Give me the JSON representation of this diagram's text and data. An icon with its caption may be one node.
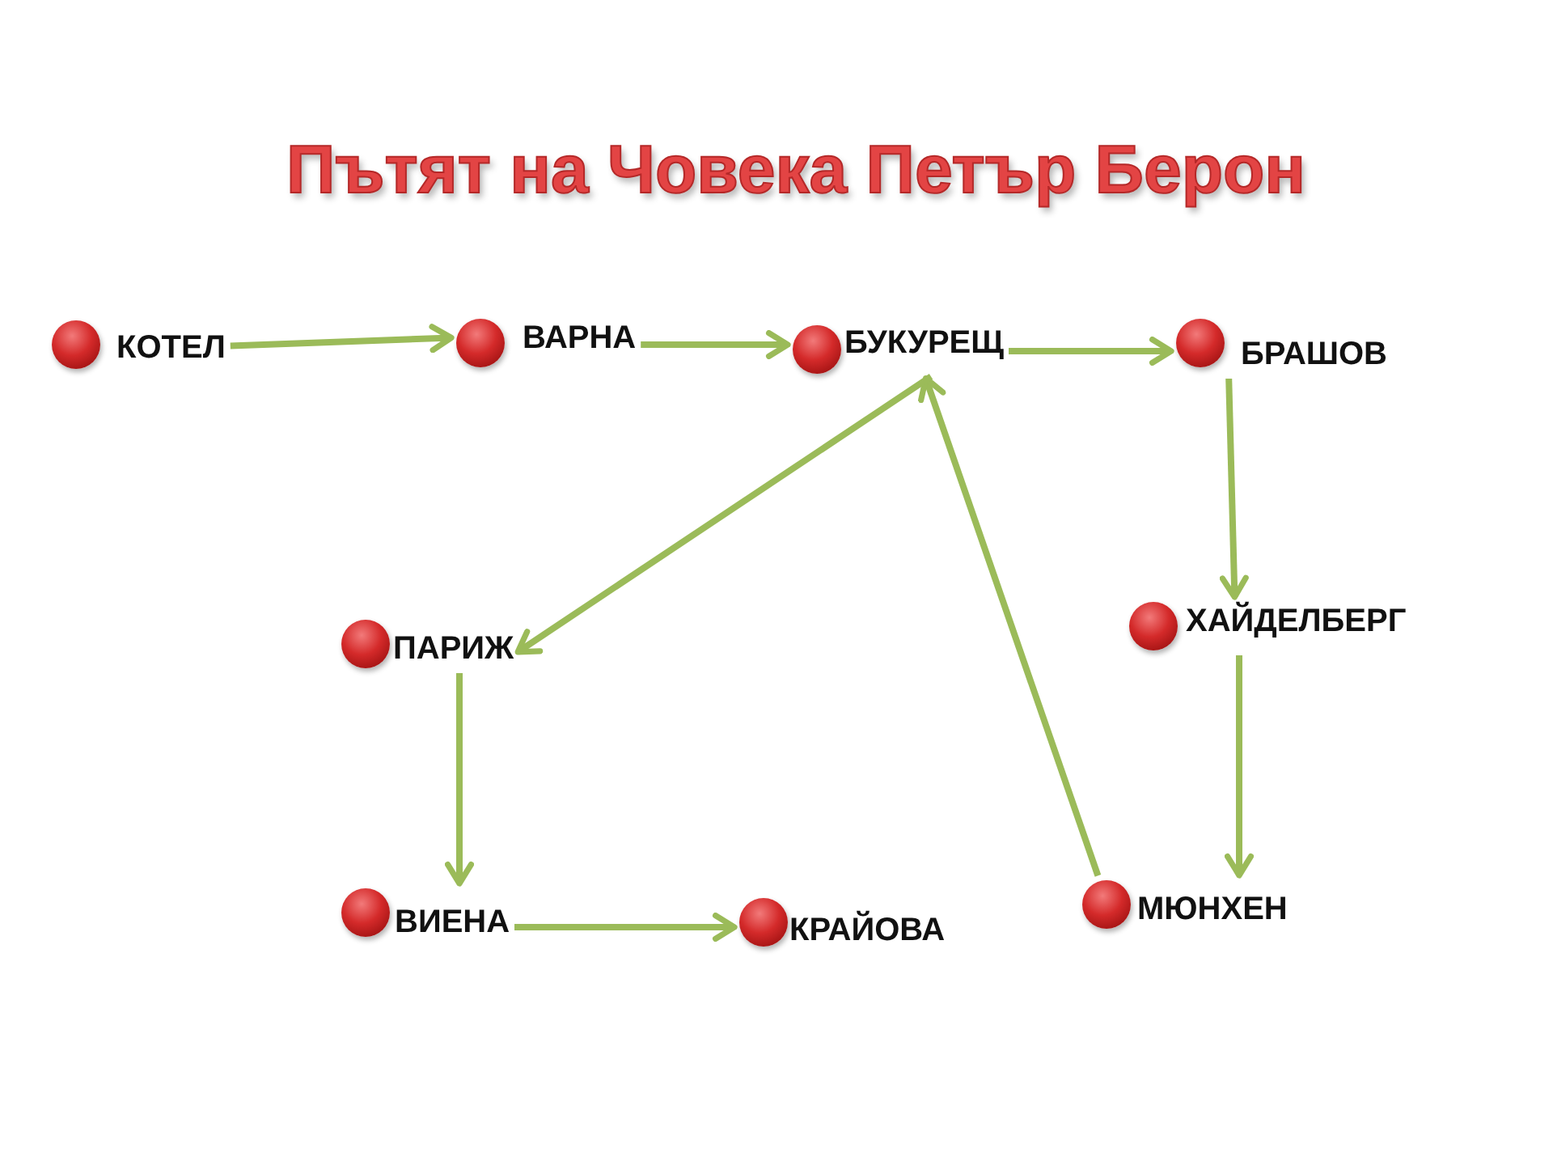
{
  "diagram": {
    "title": "Пътят на Човека Петър Берон",
    "nodes": [
      {
        "text": [
          "КОТЕЛ"
        ]
      },
      {
        "text": [
          "ВАРНА"
        ]
      },
      {
        "text": [
          "БУКУРЕЩ"
        ]
      },
      {
        "text": [
          "БРАШОВ"
        ]
      },
      {
        "text": [
          "ПАРИЖ"
        ]
      },
      {
        "text": [
          "ХАЙДЕЛБЕРГ"
        ]
      },
      {
        "text": [
          "ВИЕНА"
        ]
      },
      {
        "text": [
          "КРАЙОВА"
        ]
      },
      {
        "text": [
          "МЮНХЕН"
        ]
      }
    ],
    "edges": [
      {
        "from": 0,
        "to": 1,
        "arrow": "to"
      },
      {
        "from": 1,
        "to": 2,
        "arrow": "to"
      },
      {
        "from": 2,
        "to": 3,
        "arrow": "to"
      },
      {
        "from": 3,
        "to": 5,
        "arrow": "to"
      },
      {
        "from": 5,
        "to": 8,
        "arrow": "to"
      },
      {
        "from": 8,
        "to": 2,
        "arrow": "to"
      },
      {
        "from": 2,
        "to": 4,
        "arrow": "to"
      },
      {
        "from": 4,
        "to": 6,
        "arrow": "to"
      },
      {
        "from": 6,
        "to": 7,
        "arrow": "to"
      }
    ]
  }
}
